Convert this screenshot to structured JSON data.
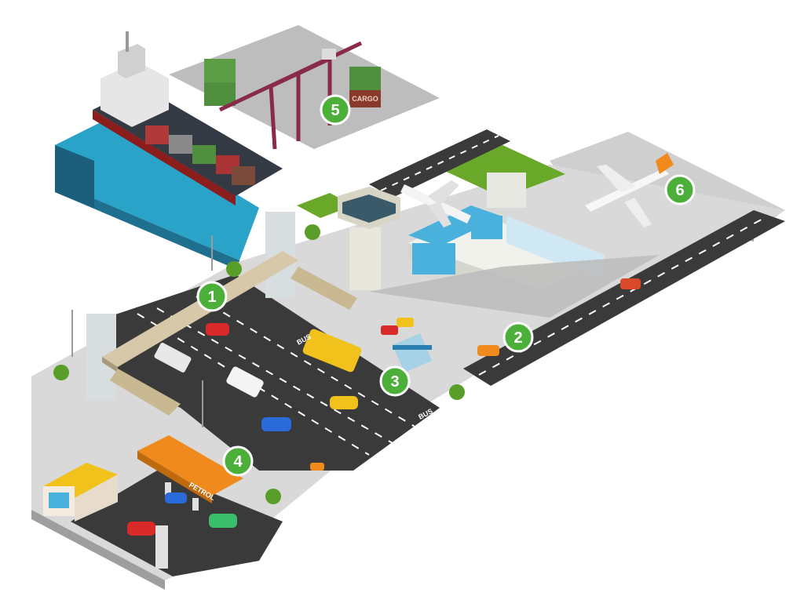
{
  "colors": {
    "marker": "#4caf3a",
    "road": "#3a3a3a",
    "lane": "#ffffff",
    "water": "#2aa3c8",
    "grass": "#6aa82a",
    "petrol": "#f08a1c",
    "terminal_glass": "#4ab0dc"
  },
  "markers": [
    {
      "label": "1",
      "feature": "pedestrian-bridge"
    },
    {
      "label": "2",
      "feature": "airport-road"
    },
    {
      "label": "3",
      "feature": "bus-stop"
    },
    {
      "label": "4",
      "feature": "petrol-station"
    },
    {
      "label": "5",
      "feature": "cargo-port"
    },
    {
      "label": "6",
      "feature": "airfield"
    }
  ],
  "signs": {
    "petrol": "PETROL",
    "bus_left": "BUS",
    "bus_right": "BUS",
    "container": "CARGO"
  }
}
